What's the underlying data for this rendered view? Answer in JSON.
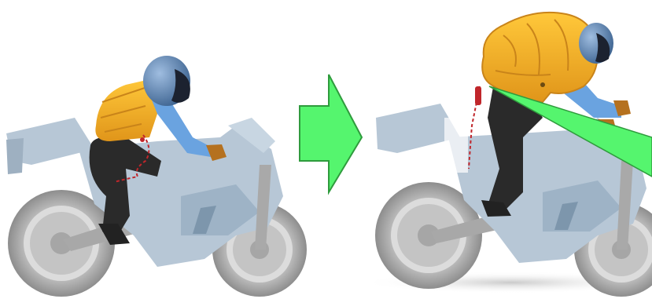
{
  "scene": {
    "panels": [
      {
        "id": "before",
        "state": "airbag-vest-deflated"
      },
      {
        "id": "after",
        "state": "airbag-vest-inflated"
      }
    ],
    "transition_arrow": {
      "icon": "right-arrow-icon",
      "color": "#55f56e"
    },
    "colors": {
      "vest": "#f2a81e",
      "vest_shadow": "#c9841a",
      "helmet": "#5f86b5",
      "visor": "#1c2230",
      "sleeve": "#6aa3e0",
      "pants": "#2a2a2a",
      "glove": "#b5711f",
      "bike": "#b7c7d6",
      "bike_dark": "#8fa3b5",
      "tire": "#9a9a9a",
      "tether": "#c0262b",
      "beam": "#55f56e"
    }
  }
}
